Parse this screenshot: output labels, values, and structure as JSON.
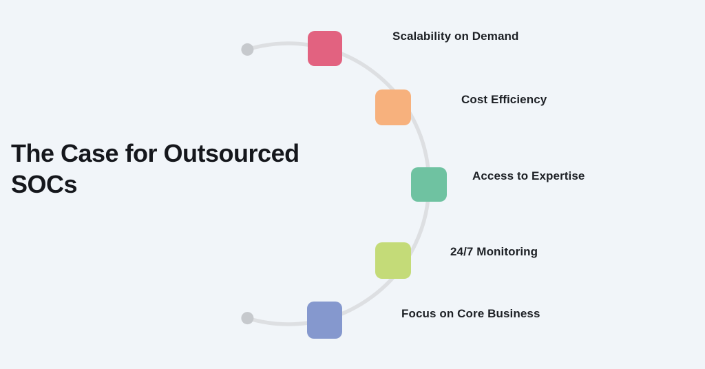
{
  "title": "The Case for Outsourced SOCs",
  "items": [
    {
      "label": "Scalability on Demand",
      "color": "#e26280"
    },
    {
      "label": "Cost Efficiency",
      "color": "#f7b17d"
    },
    {
      "label": "Access to Expertise",
      "color": "#6fc2a1"
    },
    {
      "label": "24/7 Monitoring",
      "color": "#c4db78"
    },
    {
      "label": "Focus on Core Business",
      "color": "#8598ce"
    }
  ],
  "colors": {
    "background": "#f1f5f9",
    "arc": "#dddfe2",
    "dot": "#c6c9cd",
    "title_text": "#15171c",
    "label_text": "#1d2025"
  }
}
